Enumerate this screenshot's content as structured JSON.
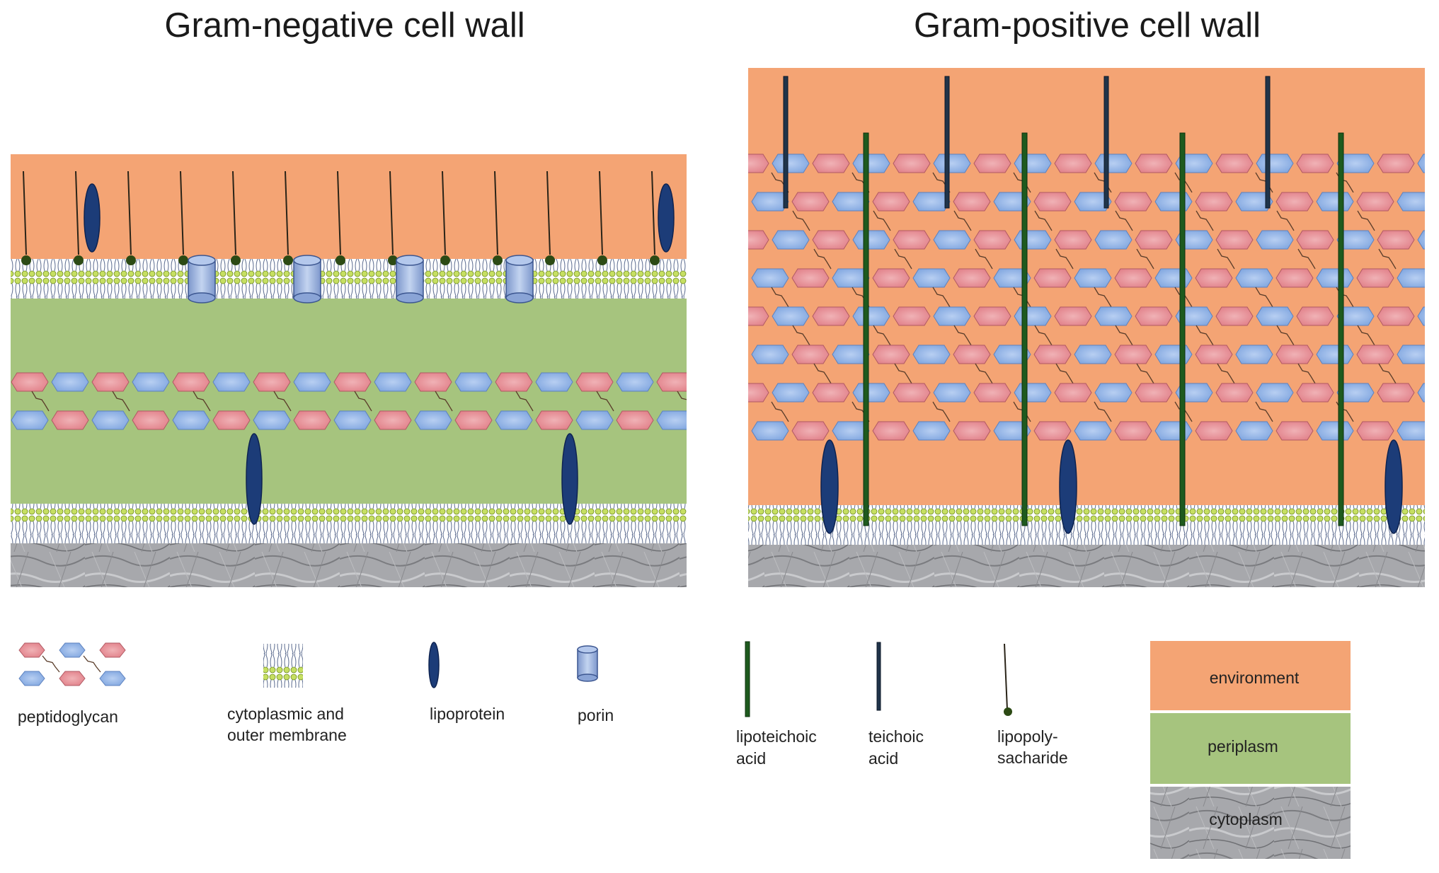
{
  "titles": {
    "gram_negative": "Gram-negative cell wall",
    "gram_positive": "Gram-positive cell wall"
  },
  "legend": {
    "peptidoglycan": "peptidoglycan",
    "membrane_line1": "cytoplasmic and",
    "membrane_line2": "outer membrane",
    "lipoprotein": "lipoprotein",
    "porin": "porin",
    "lipoteichoic_line1": "lipoteichoic",
    "lipoteichoic_line2": "acid",
    "teichoic_line1": "teichoic",
    "teichoic_line2": "acid",
    "lps_line1": "lipopoly-",
    "lps_line2": "sacharide"
  },
  "compartments": {
    "environment": "environment",
    "periplasm": "periplasm",
    "cytoplasm": "cytoplasm"
  },
  "colors": {
    "environment": "#f4a474",
    "periplasm": "#a6c47e",
    "cytoplasm": "#a9aaae",
    "head_group": "#c8e06a",
    "lipoprotein": "#1c3c78",
    "porin": "#8fa9d8",
    "pg_red": "#e48f96",
    "pg_blue": "#8eb1e4",
    "lipoteichoic": "#1e5a1e",
    "teichoic": "#20344a",
    "lps_head": "#2c4a14"
  }
}
